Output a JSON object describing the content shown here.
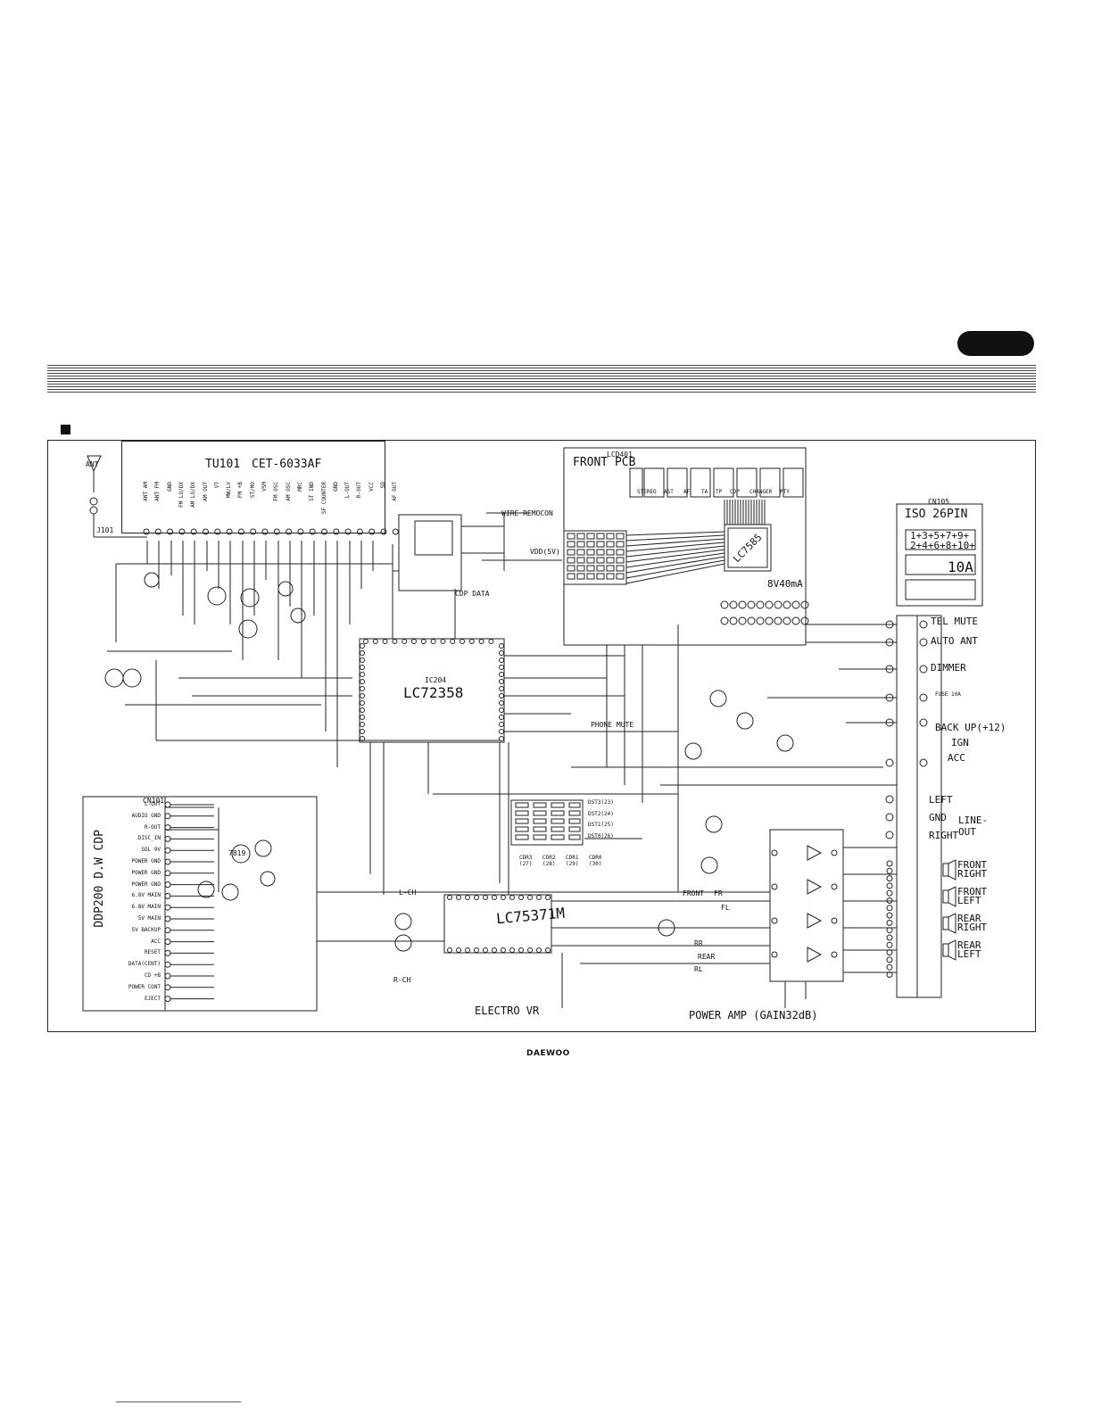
{
  "tuner": {
    "id": "TU101",
    "model": "CET-6033AF"
  },
  "antenna": {
    "label": "ANT",
    "jack": "J101"
  },
  "tuner_pins": [
    "ANT AM",
    "ANT FM",
    "GND",
    "FM LO/DX",
    "AM LO/DX",
    "AM OUT",
    "VT",
    "MW/LV",
    "FM +B",
    "ST/MO",
    "VSM",
    "FM OSC",
    "AM OSC",
    "MRC",
    "ST IND",
    "SF COUNTER",
    "GND",
    "L-OUT",
    "R-OUT",
    "VCC",
    "SD",
    "AF OUT"
  ],
  "front_pcb": {
    "title": "FRONT PCB",
    "display_id": "LCD401",
    "indicators": [
      "STEREO",
      "AST",
      "AF",
      "TA",
      "TP",
      "CDP",
      "CHANGER",
      "PTY"
    ],
    "ic": "LC7585",
    "supply": "8V40mA"
  },
  "wire_remocon": "WIRE REMOCON",
  "vdd": "VDD(5V)",
  "cdp_data": "CDP DATA",
  "main_ic": "LC72358",
  "main_ic_id": "IC204",
  "electro_vr": {
    "label": "ELECTRO VR",
    "ic": "LC75371M"
  },
  "power_amp": "POWER AMP (GAIN32dB)",
  "iso": {
    "title": "ISO 26PIN",
    "connector": "CN105",
    "odd_pins": "1+3+5+7+9+",
    "even_pins": "2+4+6+8+10+",
    "fuse": "10A"
  },
  "iso_signals": [
    "TEL MUTE",
    "AUTO ANT",
    "DIMMER",
    "FUSE 10A",
    "BACK UP(+12)",
    "IGN",
    "ACC"
  ],
  "line_out": {
    "title": "LINE-OUT",
    "pins": [
      "LEFT",
      "GND",
      "RIGHT"
    ]
  },
  "speakers": [
    "FRONT RIGHT",
    "FRONT LEFT",
    "REAR RIGHT",
    "REAR LEFT"
  ],
  "cdp": {
    "title": "DDP200 D.W CDP",
    "connector": "CN101",
    "pins": [
      "L-OUT",
      "AUDIO GND",
      "R-OUT",
      "DISC_IN",
      "SOL 9V",
      "POWER GND",
      "POWER GND",
      "POWER GND",
      "6.8V MAIN",
      "6.8V MAIN",
      "5V MAIN",
      "5V BACKUP",
      "ACC",
      "RESET",
      "DATA(CENT)",
      "CD +B",
      "POWER CONT",
      "EJECT"
    ]
  },
  "regulator": "7819",
  "channels": {
    "lch": "L-CH",
    "rch": "R-CH",
    "front": "FRONT",
    "rear": "REAR",
    "fr": "FR",
    "fl": "FL",
    "rr": "RR",
    "rl": "RL"
  },
  "phone_mute": "PHONE MUTE",
  "dst_labels": [
    "DST3(23)",
    "DST2(24)",
    "DST1(25)",
    "DST0(26)"
  ],
  "cdr_labels": [
    "CDR3 (27)",
    "CDR2 (28)",
    "CDR1 (29)",
    "CDR0 (30)"
  ],
  "brand": "DAEWOO"
}
